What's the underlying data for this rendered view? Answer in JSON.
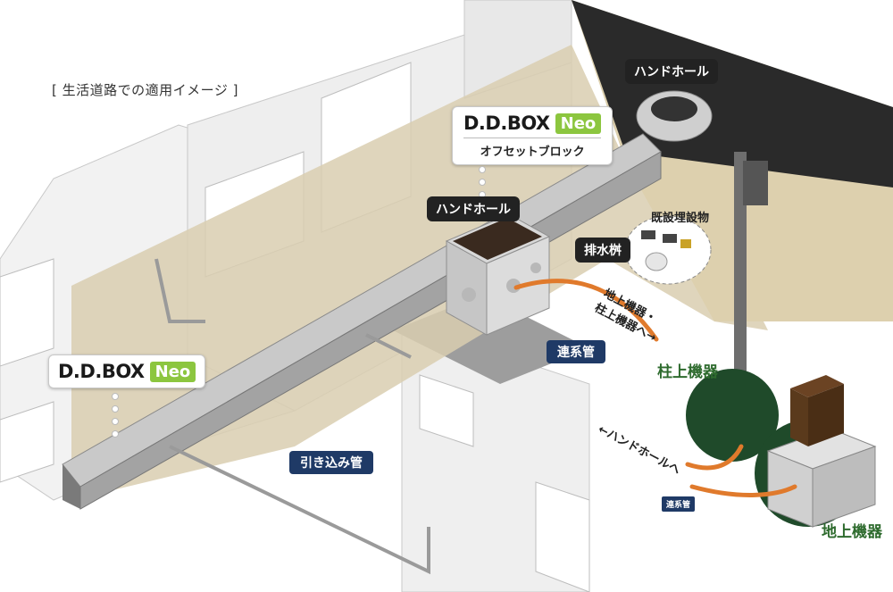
{
  "caption": "[ 生活道路での適用イメージ ]",
  "brand": {
    "name": "D.D.BOX",
    "badge": "Neo"
  },
  "offset_block": "オフセットブロック",
  "labels": {
    "handhole_top": "ハンドホール",
    "handhole_mid": "ハンドホール",
    "existing": "既設埋設物",
    "drain": "排水桝",
    "ground_equipment_to_1": "地上機器・",
    "ground_equipment_to_2": "柱上機器へ→",
    "link_pipe": "連系管",
    "link_pipe_small": "連系管",
    "pole_equipment": "柱上機器",
    "handhole_to": "←ハンドホールへ",
    "ground_equipment": "地上機器",
    "service_pipe": "引き込み管"
  },
  "colors": {
    "accent_green": "#8cc63f",
    "navy": "#1f3a66",
    "orange_pipe": "#e07a2c",
    "dark_green_circle": "#1f4a2a"
  }
}
